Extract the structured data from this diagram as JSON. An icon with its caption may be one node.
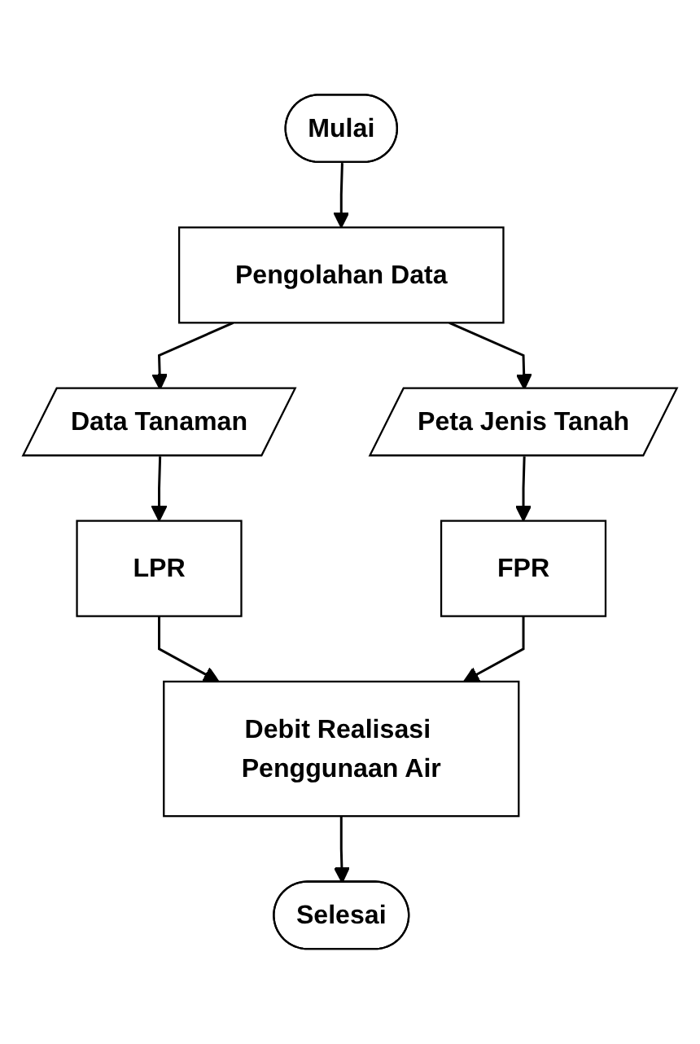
{
  "diagram": {
    "nodes": [
      {
        "text": [
          "Mulai"
        ]
      },
      {
        "text": [
          "Pengolahan Data"
        ]
      },
      {
        "text": [
          "Data Tanaman"
        ]
      },
      {
        "text": [
          "Peta Jenis Tanah"
        ]
      },
      {
        "text": [
          "LPR"
        ]
      },
      {
        "text": [
          "FPR"
        ]
      },
      {
        "text": [
          "Debit Realisasi Penggunaan Air"
        ]
      },
      {
        "text": [
          "Selesai"
        ]
      }
    ],
    "edges": [
      {
        "from": 0,
        "to": 1,
        "arrow": "to"
      },
      {
        "from": 1,
        "to": 2,
        "arrow": "to"
      },
      {
        "from": 1,
        "to": 3,
        "arrow": "to"
      },
      {
        "from": 2,
        "to": 4,
        "arrow": "to"
      },
      {
        "from": 3,
        "to": 5,
        "arrow": "to"
      },
      {
        "from": 4,
        "to": 6,
        "arrow": "to"
      },
      {
        "from": 5,
        "to": 6,
        "arrow": "to"
      },
      {
        "from": 6,
        "to": 7,
        "arrow": "to"
      }
    ]
  }
}
